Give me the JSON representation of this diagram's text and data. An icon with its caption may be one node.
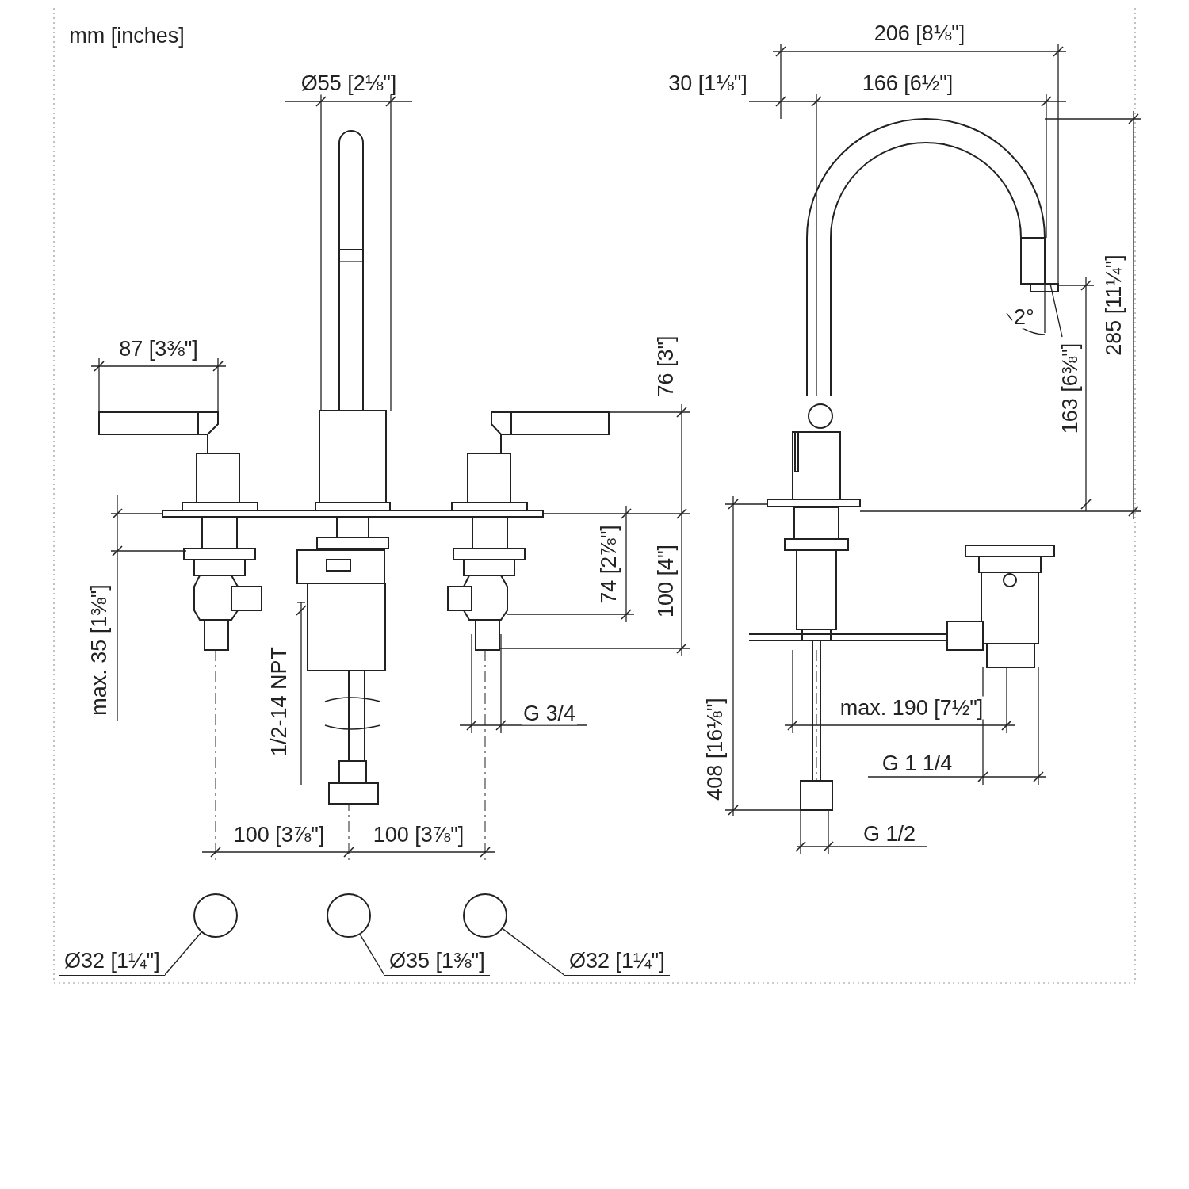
{
  "diagram": {
    "nodes": [
      {
        "text": [],
        "shape": "circle"
      },
      {
        "text": [],
        "shape": "circle"
      },
      {
        "text": [],
        "shape": "circle"
      },
      {
        "text": [
          "Ø32 [1¼\"]"
        ]
      },
      {
        "text": [
          "Ø35 [1⅜\"]"
        ]
      },
      {
        "text": [
          "Ø32 [1¼\"]"
        ]
      }
    ],
    "edges": [
      {
        "from": 3,
        "to": 0,
        "arrow": "none"
      },
      {
        "from": 4,
        "to": 1,
        "arrow": "none"
      },
      {
        "from": 5,
        "to": 2,
        "arrow": "none"
      }
    ],
    "labels": [
      "mm [inches]",
      "206 [8⅛\"]",
      "Ø55 [2⅛\"]",
      "30 [1⅛\"]",
      "166 [6½\"]",
      "2°",
      "285 [11¼\"]",
      "87 [3⅜\"]",
      "76 [3\"]",
      "163 [6⅜\"]",
      "74 [2⅞\"]",
      "100 [4\"]",
      "max. 35 [1⅜\"]",
      "1/2-14 NPT",
      "G 3/4",
      "408 [16⅛\"]",
      "max. 190 [7½\"]",
      "G 1 1/4",
      "G 1/2",
      "100 [3⅞\"]",
      "100 [3⅞\"]"
    ]
  }
}
